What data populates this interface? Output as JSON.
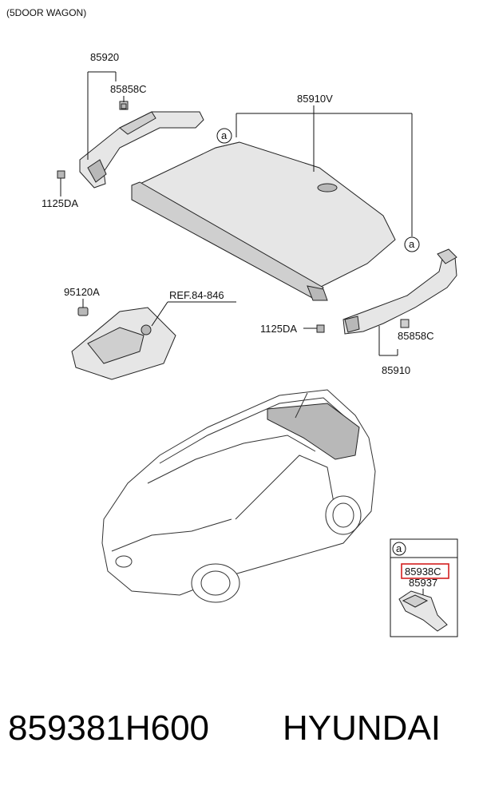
{
  "header": {
    "title": "(5DOOR WAGON)"
  },
  "labels": {
    "p85920": "85920",
    "p85858c_top": "85858C",
    "p1125da_left": "1125DA",
    "p85910v": "85910V",
    "p95120a": "95120A",
    "ref": "REF.84-846",
    "p1125da_right": "1125DA",
    "p85858c_right": "85858C",
    "p85910": "85910",
    "circle_a": "a",
    "inset_a": "a",
    "p85938c": "85938C",
    "p85937": "85937"
  },
  "footer": {
    "part_number": "859381H600",
    "brand": "HYUNDAI"
  },
  "colors": {
    "highlight": "#d42020",
    "line": "#111111"
  }
}
